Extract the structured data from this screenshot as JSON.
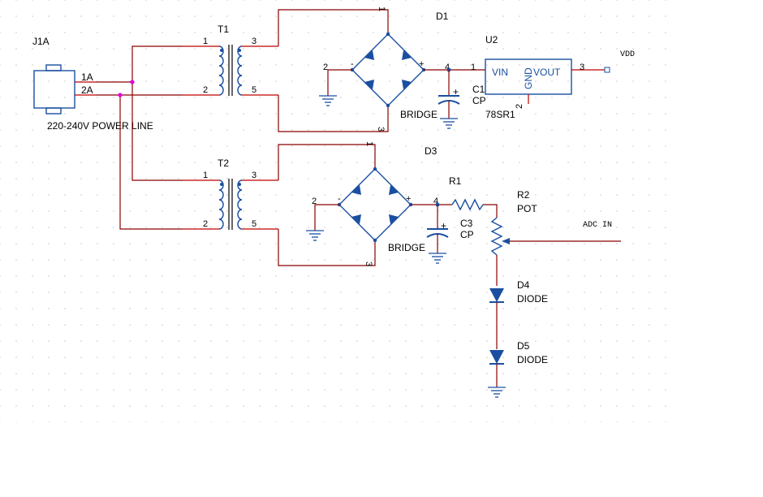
{
  "colors": {
    "wire": "#8b0000",
    "part": "#1a4fa0",
    "pin": "#c00000",
    "junction": "#e000e0",
    "grid": "#c8c8c8"
  },
  "connector": {
    "ref": "J1A",
    "pin1": "1A",
    "pin2": "2A",
    "note": "220-240V POWER LINE"
  },
  "t1": {
    "ref": "T1",
    "p1": "1",
    "p2": "2",
    "p3": "3",
    "p5": "5"
  },
  "t2": {
    "ref": "T2",
    "p1": "1",
    "p2": "2",
    "p3": "3",
    "p5": "5"
  },
  "d1": {
    "ref": "D1",
    "label": "BRIDGE",
    "pin_minus": "2",
    "pin_plus": "4",
    "pin_bottom": "3",
    "pin_top": "1",
    "minus": "-",
    "plus": "+"
  },
  "d3": {
    "ref": "D3",
    "label": "BRIDGE",
    "pin_minus": "2",
    "pin_plus": "4",
    "pin_bottom": "3",
    "pin_top": "1",
    "minus": "-",
    "plus": "+"
  },
  "u2": {
    "ref": "U2",
    "name": "78SR1",
    "vin": "VIN",
    "gnd": "GND",
    "vout": "VOUT",
    "pin_in": "1",
    "pin_gnd": "2",
    "pin_out": "3"
  },
  "c1": {
    "ref": "C1",
    "name": "CP",
    "plus": "+"
  },
  "c3": {
    "ref": "C3",
    "name": "CP",
    "plus": "+"
  },
  "r1": {
    "ref": "R1"
  },
  "r2": {
    "ref": "R2",
    "name": "POT"
  },
  "d4": {
    "ref": "D4",
    "name": "DIODE"
  },
  "d5": {
    "ref": "D5",
    "name": "DIODE"
  },
  "net_vdd": "VDD",
  "net_adc": "ADC IN"
}
